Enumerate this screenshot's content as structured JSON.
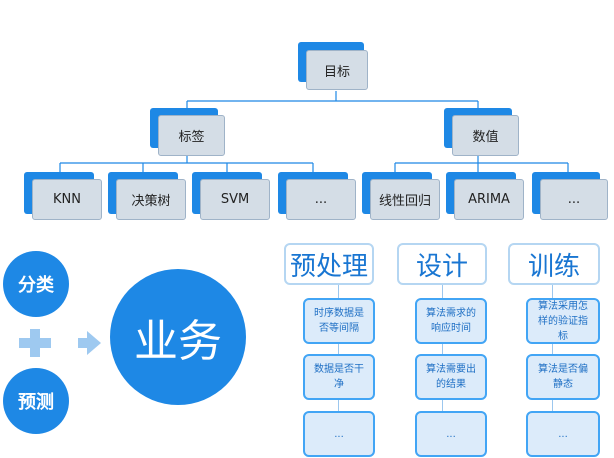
{
  "tree": {
    "root": "目标",
    "branches": [
      {
        "label": "标签",
        "leaves": [
          "KNN",
          "决策树",
          "SVM",
          "..."
        ]
      },
      {
        "label": "数值",
        "leaves": [
          "线性回归",
          "ARIMA",
          "..."
        ]
      }
    ]
  },
  "left": {
    "top_circle": "分类",
    "bottom_circle": "预测",
    "big_circle": "业务"
  },
  "columns": [
    {
      "title": "预处理",
      "items": [
        "时序数据是否等间隔",
        "数据是否干净",
        "..."
      ]
    },
    {
      "title": "设计",
      "items": [
        "算法需求的响应时间",
        "算法需要出的结果",
        "..."
      ]
    },
    {
      "title": "训练",
      "items": [
        "算法采用怎样的验证指标",
        "算法是否偏静态",
        "..."
      ]
    }
  ],
  "colors": {
    "primary": "#1e88e5",
    "node_fill": "#d4dde6",
    "light_blue": "#dcebfa",
    "plus": "#9ec9f0"
  }
}
